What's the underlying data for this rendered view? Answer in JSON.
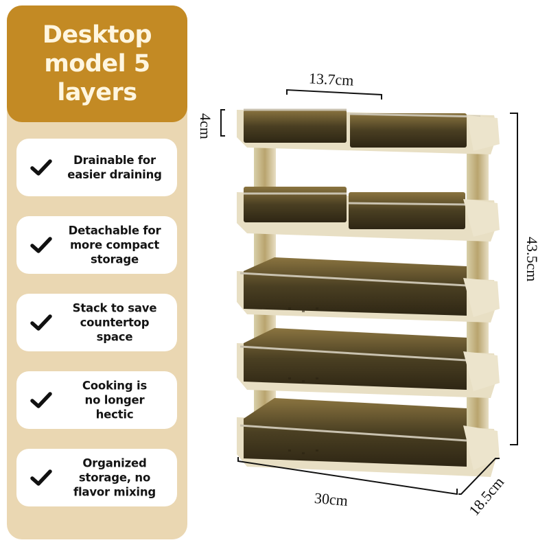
{
  "header": {
    "title": "Desktop\nmodel 5\nlayers",
    "background": "#c38a24",
    "text_color": "#fff6e0"
  },
  "panel": {
    "background": "#ead7b2"
  },
  "features": [
    {
      "icon": "checkmark-icon",
      "text": "Drainable for\neasier draining"
    },
    {
      "icon": "checkmark-icon",
      "text": "Detachable for\nmore compact\nstorage"
    },
    {
      "icon": "checkmark-icon",
      "text": "Stack to save\ncountertop\nspace"
    },
    {
      "icon": "checkmark-icon",
      "text": "Cooking is\nno longer\nhectic"
    },
    {
      "icon": "checkmark-icon",
      "text": "Organized\nstorage, no\nflavor mixing"
    }
  ],
  "product": {
    "description": "5-tier beige rack with smoky brown transparent trays",
    "layers": 5,
    "dimensions": {
      "box_width": "13.7cm",
      "box_height": "4cm",
      "total_height": "43.5cm",
      "width": "30cm",
      "depth": "18.5cm"
    },
    "colors": {
      "frame": "#e8dfc4",
      "tray": "#4a3f22",
      "tray_rim": "#b9b09a"
    }
  }
}
